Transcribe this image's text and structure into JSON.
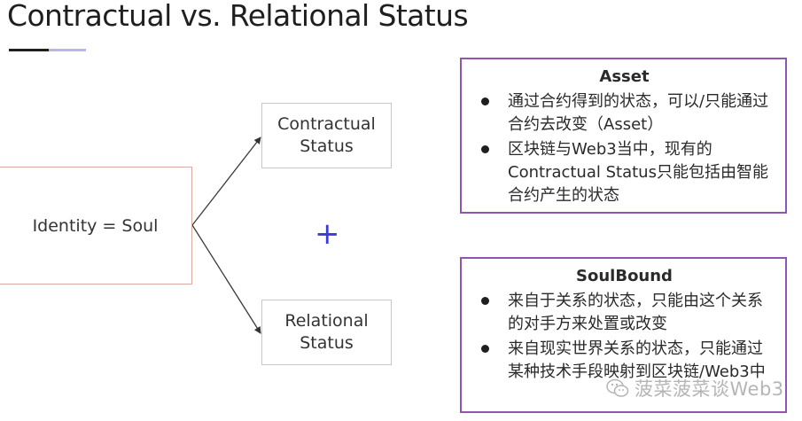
{
  "title": "Contractual vs. Relational Status",
  "identity_label": "Identity = Soul",
  "contractual_status": {
    "line1": "Contractual",
    "line2": "Status"
  },
  "relational_status": {
    "line1": "Relational",
    "line2": "Status"
  },
  "plus_sign": "+",
  "asset_panel": {
    "heading": "Asset",
    "bullets": [
      "通过合约得到的状态，可以/只能通过合约去改变（Asset）",
      "区块链与Web3当中，现有的Contractual Status只能包括由智能合约产生的状态"
    ]
  },
  "soulbound_panel": {
    "heading": "SoulBound",
    "bullets": [
      "来自于关系的状态，只能由这个关系的对手方来处置或改变",
      "来自现实世界关系的状态，只能通过某种技术手段映射到区块链/Web3中"
    ]
  },
  "watermark": {
    "icon": "wechat-icon",
    "text": "菠菜菠菜谈Web3"
  },
  "colors": {
    "panel_border": "#9254b1",
    "identity_border": "#d9a9a4",
    "status_border": "#c3c8cf",
    "plus": "#3b3bd6",
    "title_underline_dark": "#1f1f1f",
    "title_underline_light": "#b9b6ea"
  }
}
